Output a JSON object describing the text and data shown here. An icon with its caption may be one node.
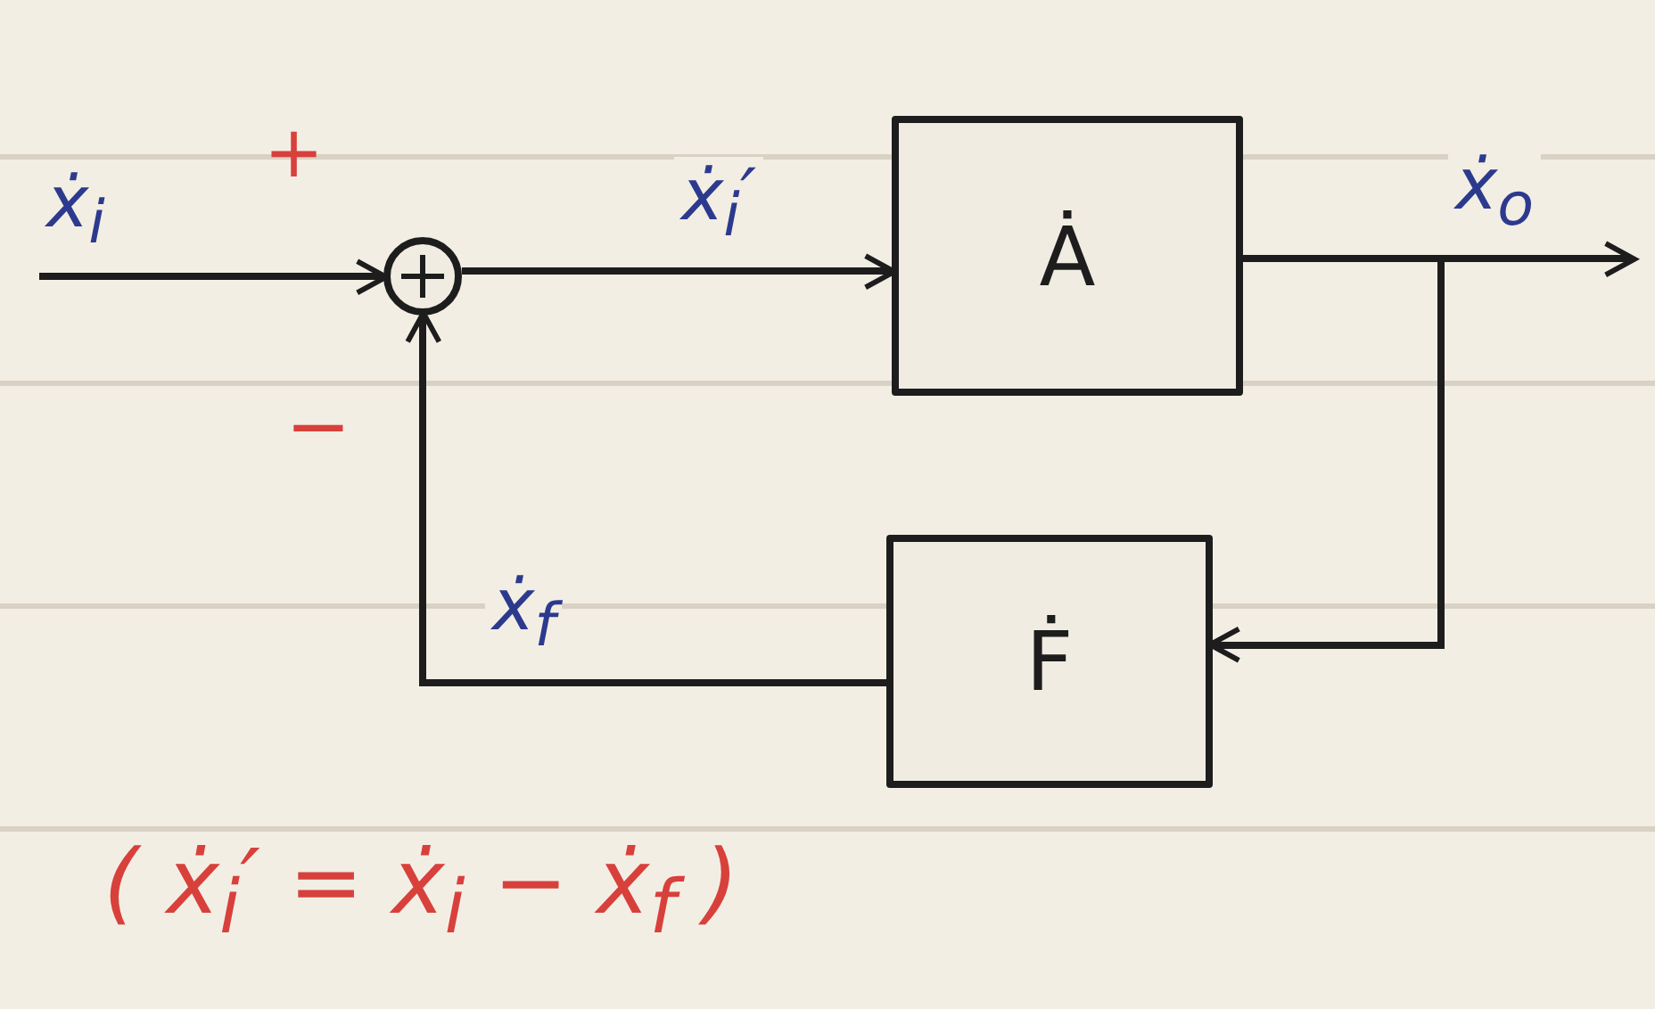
{
  "diagram": {
    "nodes": [
      {
        "text": [],
        "shape": "circle"
      },
      {
        "text": [
          "Ȧ"
        ]
      },
      {
        "text": [
          "Ḟ"
        ]
      }
    ],
    "edges": [
      {
        "from": null,
        "to": 0,
        "arrow": "to",
        "label": "ẋ$_{i}$"
      },
      {
        "from": 0,
        "to": 1,
        "arrow": "to",
        "label": "ẋ$_{i}$′"
      },
      {
        "from": 1,
        "to": null,
        "arrow": "to",
        "label": "ẋ$_{o}$"
      },
      {
        "from": 1,
        "to": 2,
        "arrow": "to"
      },
      {
        "from": 2,
        "to": 0,
        "arrow": "to",
        "label": "ẋ$_{f}$"
      }
    ],
    "labels": [
      "+",
      "−",
      "( ẋ$_{i}$′ = ẋ$_{i}$ − ẋ$_{f}$ )"
    ]
  }
}
